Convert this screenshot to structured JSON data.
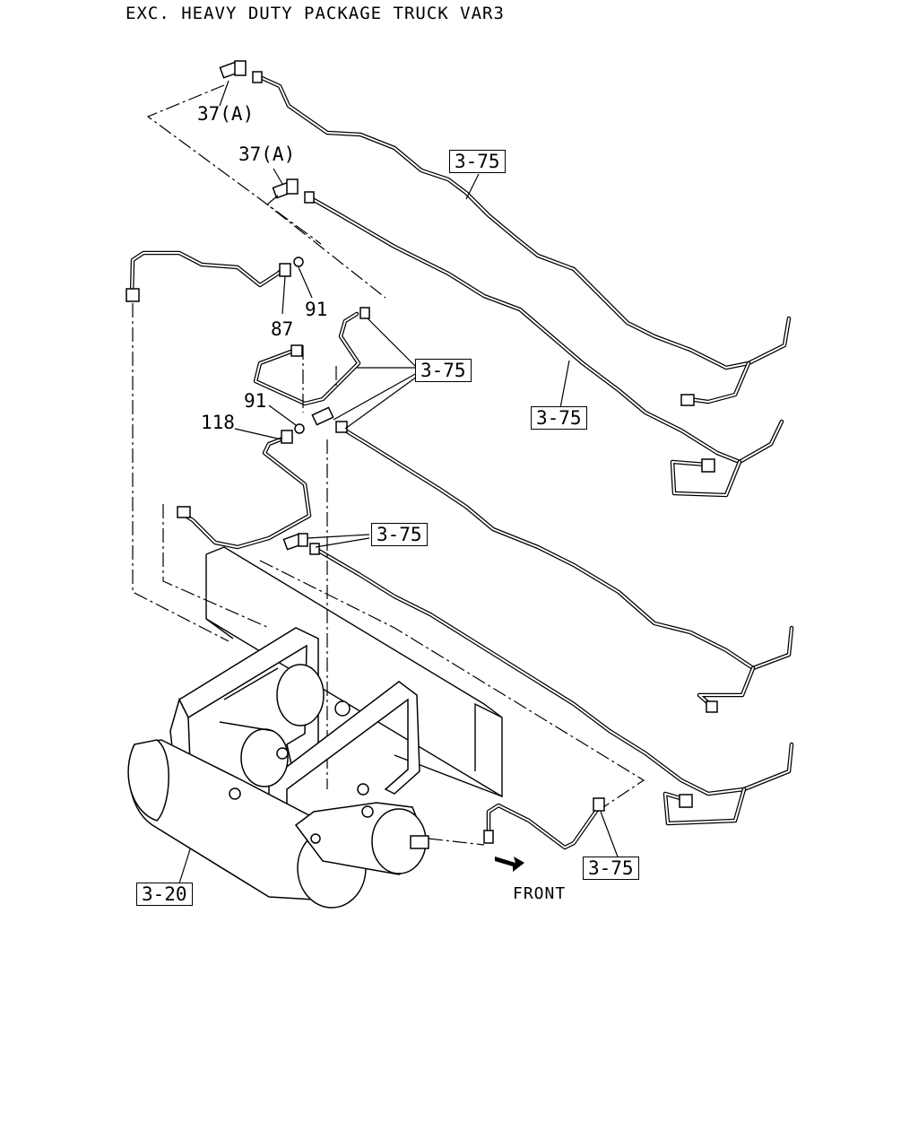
{
  "header": {
    "title": "EXC. HEAVY DUTY PACKAGE TRUCK VAR3"
  },
  "labels": {
    "l37a_top": "37(A)",
    "l37a_mid": "37(A)",
    "l87": "87",
    "l91_upper": "91",
    "l91_lower": "91",
    "l118": "118"
  },
  "refs": {
    "r375_top": "3-75",
    "r375_mid": "3-75",
    "r375_right": "3-75",
    "r375_lower": "3-75",
    "r375_bottom": "3-75",
    "r320": "3-20"
  },
  "front_label": "FRONT"
}
